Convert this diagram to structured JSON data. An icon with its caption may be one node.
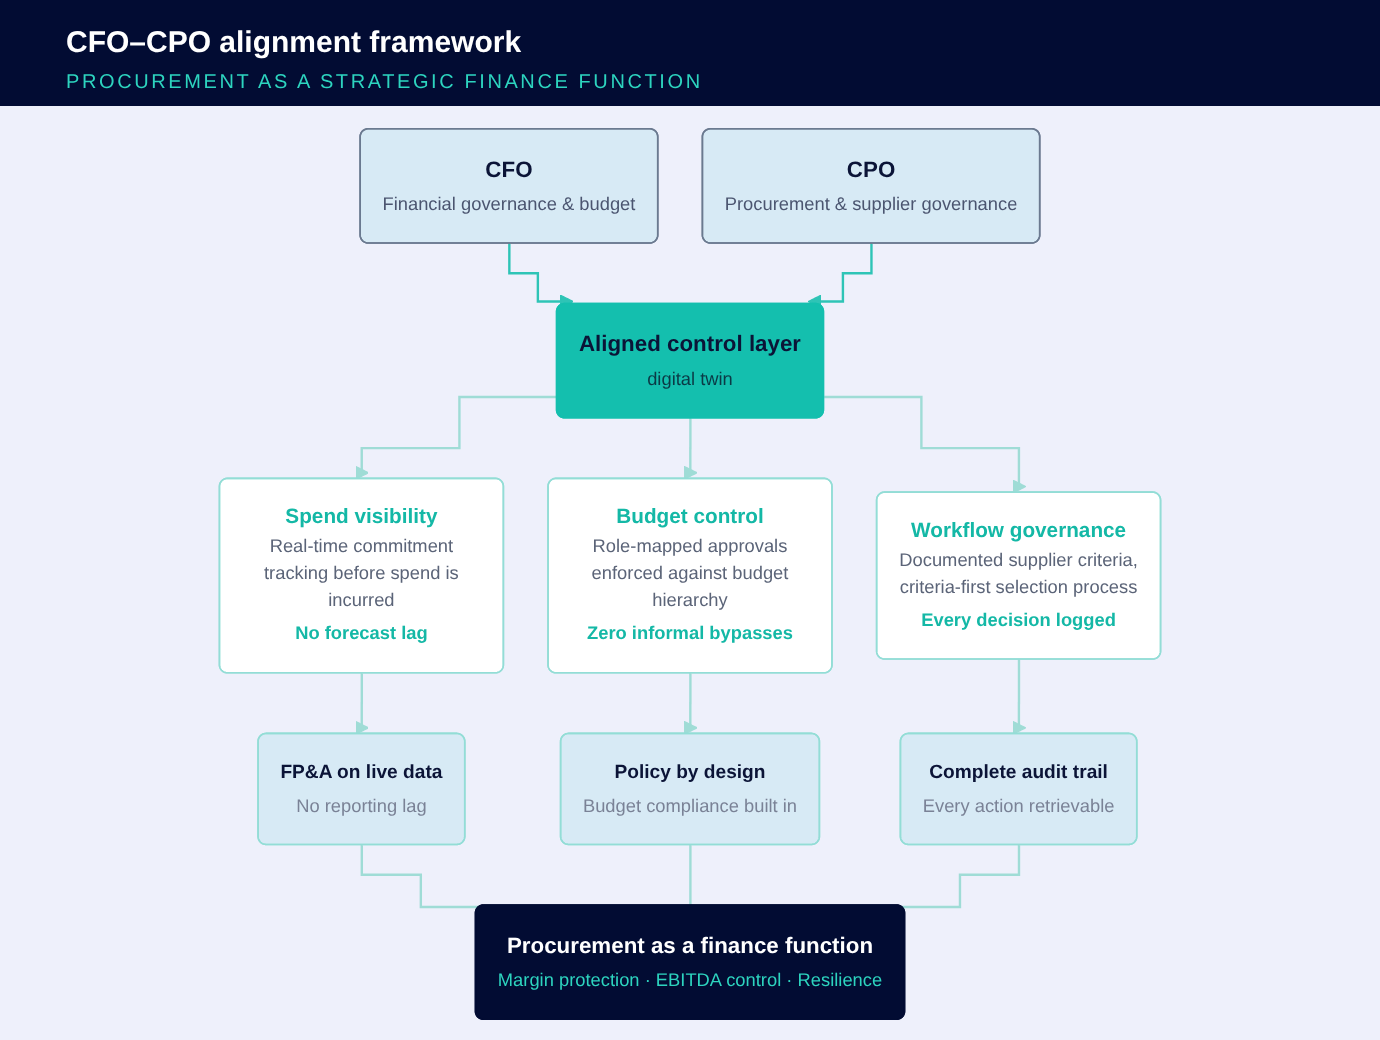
{
  "diagram": {
    "title": "CFO–CPO alignment framework",
    "nodes": [
      {
        "text": [
          "CFO",
          "Financial governance & budget"
        ]
      },
      {
        "text": [
          "Aligned control layer",
          "digital twin"
        ]
      },
      {
        "text": [
          "CPO",
          "Procurement & supplier governance"
        ]
      },
      {
        "text": [
          "Spend visibility",
          "Real-time commitment tracking before spend is incurred",
          "No forecast lag"
        ]
      },
      {
        "text": [
          "Budget control",
          "Role-mapped approvals enforced against budget hierarchy",
          "Zero informal bypasses"
        ]
      },
      {
        "text": [
          "Workflow governance",
          "Documented supplier criteria, criteria-first selection process",
          "Every decision logged"
        ]
      },
      {
        "text": [
          "FP&A on live data",
          "No reporting lag"
        ]
      },
      {
        "text": [
          "Policy by design",
          "Budget compliance built in"
        ]
      },
      {
        "text": [
          "Complete audit trail",
          "Every action retrievable"
        ]
      },
      {
        "text": [
          "Procurement as a finance function",
          "Margin protection · EBITDA control · Resilience"
        ]
      }
    ],
    "edges": [
      {
        "from": 0,
        "to": 1,
        "arrow": "to",
        "color": "#2ec4b6"
      },
      {
        "from": 2,
        "to": 1,
        "arrow": "to",
        "color": "#2ec4b6"
      },
      {
        "from": 1,
        "to": 3,
        "arrow": "to"
      },
      {
        "from": 1,
        "to": 4,
        "arrow": "to"
      },
      {
        "from": 1,
        "to": 5,
        "arrow": "to"
      },
      {
        "from": 3,
        "to": 6,
        "arrow": "to"
      },
      {
        "from": 4,
        "to": 7,
        "arrow": "to"
      },
      {
        "from": 5,
        "to": 8,
        "arrow": "to"
      },
      {
        "from": 6,
        "to": 9,
        "arrow": "none"
      },
      {
        "from": 7,
        "to": 9,
        "arrow": "none"
      },
      {
        "from": 8,
        "to": 9,
        "arrow": "none"
      }
    ],
    "labels": [
      "PROCUREMENT AS A STRATEGIC FINANCE FUNCTION"
    ]
  }
}
